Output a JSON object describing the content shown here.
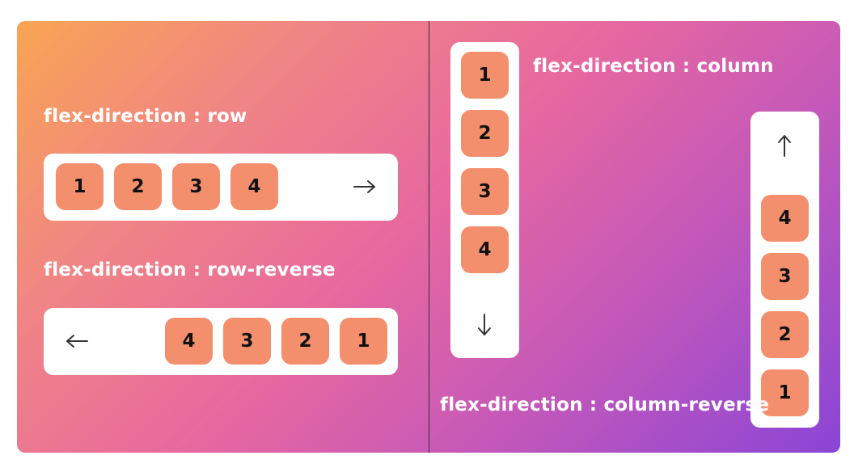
{
  "colors": {
    "item_bg": "#f48f6e",
    "panel_bg": "#ffffff",
    "label_text": "#ffffff",
    "arrow": "#333333"
  },
  "row": {
    "label": "flex-direction : row",
    "items": [
      "1",
      "2",
      "3",
      "4"
    ],
    "arrow_icon": "arrow-right-icon"
  },
  "row_reverse": {
    "label": "flex-direction : row-reverse",
    "items": [
      "4",
      "3",
      "2",
      "1"
    ],
    "arrow_icon": "arrow-left-icon"
  },
  "column": {
    "label": "flex-direction : column",
    "items": [
      "1",
      "2",
      "3",
      "4"
    ],
    "arrow_icon": "arrow-down-icon"
  },
  "column_reverse": {
    "label": "flex-direction : column-reverse",
    "items": [
      "4",
      "3",
      "2",
      "1"
    ],
    "arrow_icon": "arrow-up-icon"
  }
}
